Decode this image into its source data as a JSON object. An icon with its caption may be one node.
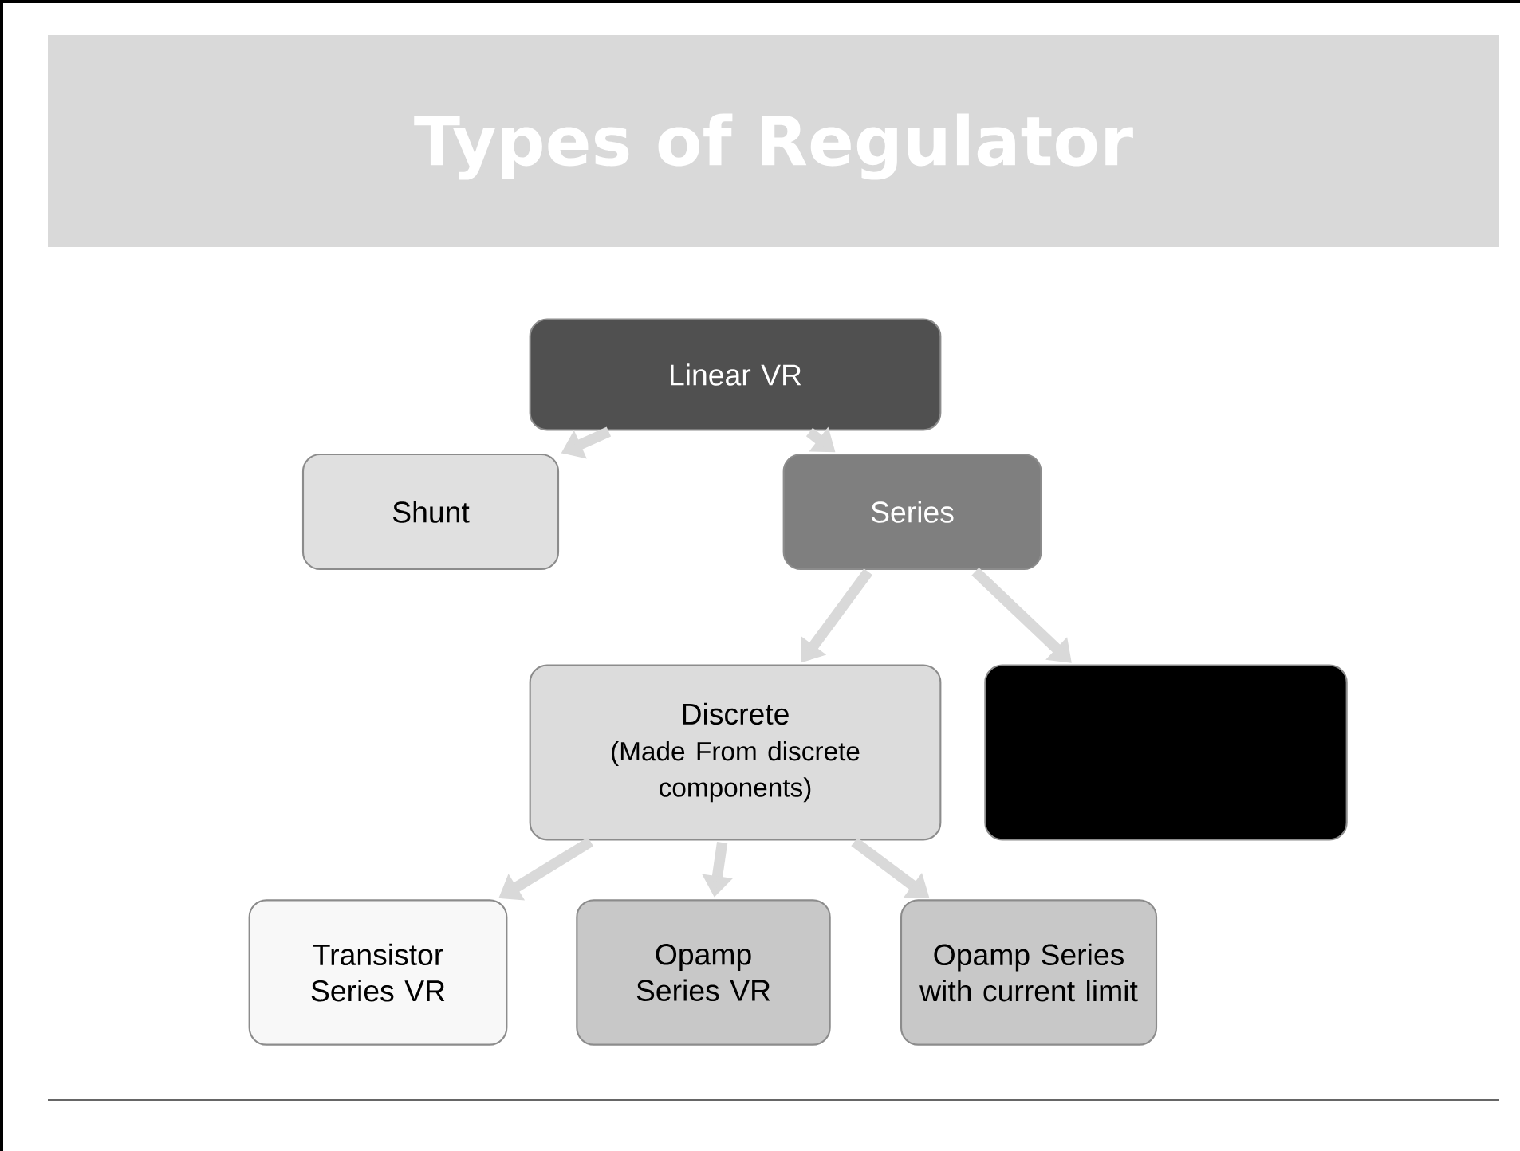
{
  "diagram": {
    "title": "Types of Regulator",
    "nodes": [
      {
        "text": [
          "Linear VR"
        ]
      },
      {
        "text": [
          "Shunt"
        ]
      },
      {
        "text": [
          "Series"
        ]
      },
      {
        "text": [
          "Discrete",
          "(Made From discrete components)"
        ]
      },
      {
        "text": [],
        "shape": "box"
      },
      {
        "text": [
          "Transistor Series VR"
        ]
      },
      {
        "text": [
          "Opamp Series VR"
        ]
      },
      {
        "text": [
          "Opamp Series with current limit"
        ]
      }
    ],
    "edges": [
      {
        "from": 0,
        "to": 1,
        "arrow": "to"
      },
      {
        "from": 0,
        "to": 2,
        "arrow": "to"
      },
      {
        "from": 2,
        "to": 3,
        "arrow": "to"
      },
      {
        "from": 2,
        "to": 4,
        "arrow": "to"
      },
      {
        "from": 3,
        "to": 5,
        "arrow": "to"
      },
      {
        "from": 3,
        "to": 6,
        "arrow": "to"
      },
      {
        "from": 3,
        "to": 7,
        "arrow": "to"
      }
    ]
  }
}
